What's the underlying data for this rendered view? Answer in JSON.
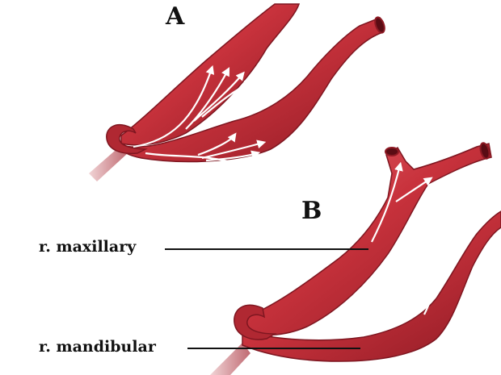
{
  "diagram": {
    "panels": [
      {
        "id": "A",
        "label": "A"
      },
      {
        "id": "B",
        "label": "B"
      }
    ],
    "labels": {
      "maxillary": "r. maxillary",
      "mandibular": "r. mandibular"
    },
    "colors": {
      "vessel": "#c8323c",
      "vessel_dark": "#8e1a24",
      "vessel_light": "#e36b70",
      "stem": "#d99aa0",
      "flow_arrow": "#ffffff",
      "leader_line": "#111111"
    }
  }
}
